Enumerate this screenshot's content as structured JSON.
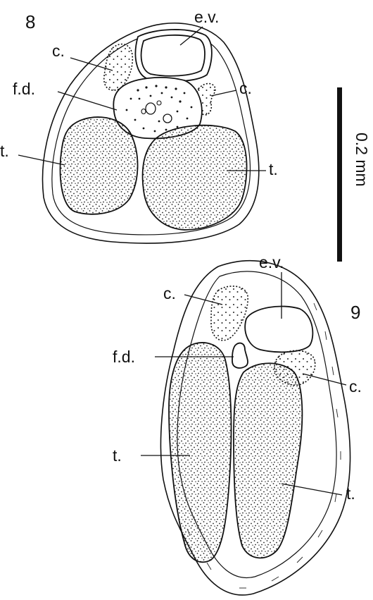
{
  "figures": [
    {
      "number": "8",
      "labels": {
        "ev": "e.v.",
        "c_left": "c.",
        "c_right": "c.",
        "fd": "f.d.",
        "t_left": "t.",
        "t_right": "t."
      }
    },
    {
      "number": "9",
      "labels": {
        "ev": "e.v.",
        "c_left": "c.",
        "c_right": "c.",
        "fd": "f.d.",
        "t_left": "t.",
        "t_right": "t."
      }
    }
  ],
  "scale_bar": {
    "label": "0.2 mm"
  },
  "colors": {
    "ink": "#111111",
    "paper": "#ffffff"
  }
}
